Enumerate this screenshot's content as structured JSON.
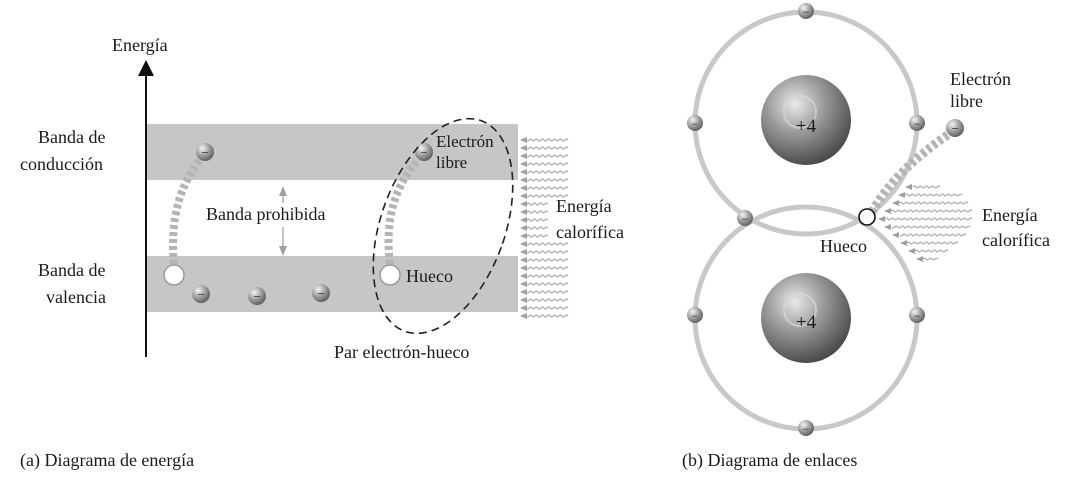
{
  "colors": {
    "band_fill": "#c6c6c6",
    "orbit_stroke": "#c8c8c8",
    "arrow_gray": "#a0a0a0",
    "text": "#1a1a1a"
  },
  "energy_diagram": {
    "axis_label": "Energía",
    "conduction_band": [
      "Banda de",
      "conducción"
    ],
    "valence_band": [
      "Banda de",
      "valencia"
    ],
    "gap_label": "Banda prohibida",
    "free_electron": [
      "Electrón",
      "libre"
    ],
    "hole_label": "Hueco",
    "heat_label": [
      "Energía",
      "calorífica"
    ],
    "pair_label": "Par electrón-hueco",
    "caption": "(a) Diagrama de energía",
    "electron_symbol": "−"
  },
  "bond_diagram": {
    "nucleus_top_label": "+4",
    "nucleus_bottom_label": "+4",
    "free_electron": [
      "Electrón",
      "libre"
    ],
    "hole_label": "Hueco",
    "heat_label": [
      "Energía",
      "calorífica"
    ],
    "caption": "(b) Diagrama de enlaces",
    "electron_symbol": "−"
  }
}
